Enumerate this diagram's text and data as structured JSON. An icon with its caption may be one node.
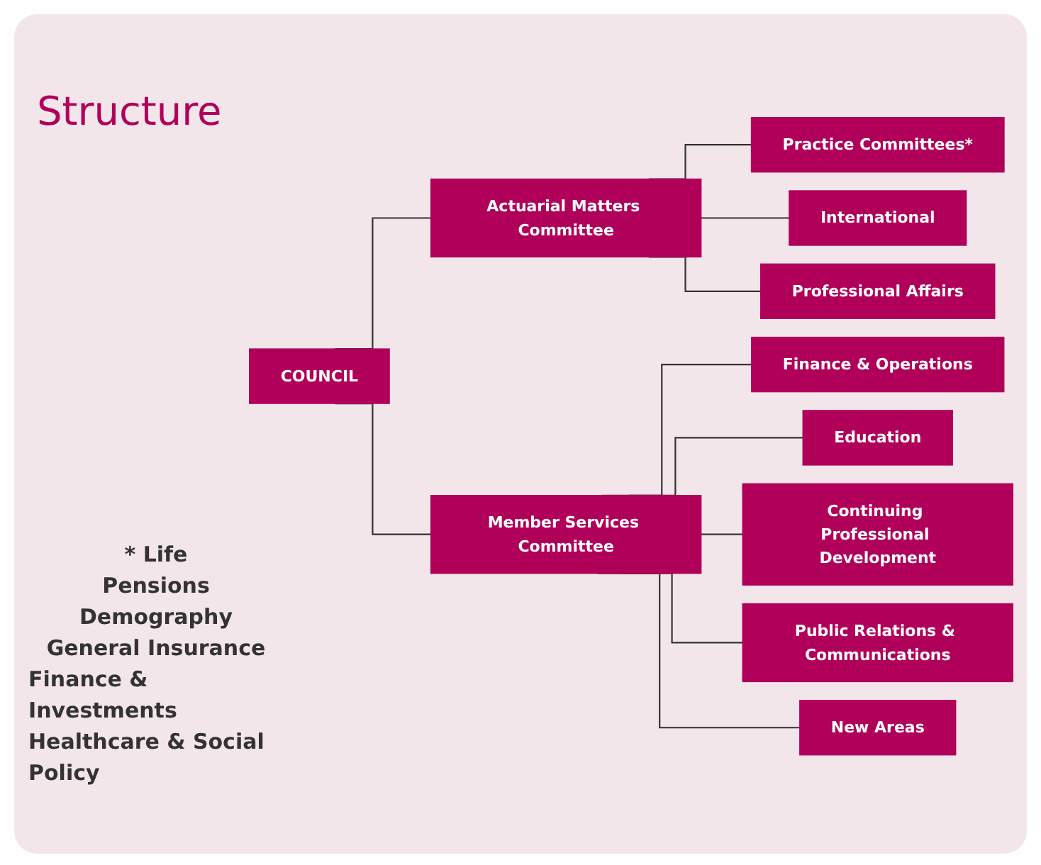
{
  "diagram": {
    "title": "Structure",
    "nodes": [
      {
        "text": [
          "COUNCIL"
        ]
      },
      {
        "text": [
          "Actuarial Matters Committee"
        ]
      },
      {
        "text": [
          "Member Services Committee"
        ]
      },
      {
        "text": [
          "Practice Committees*"
        ]
      },
      {
        "text": [
          "International"
        ]
      },
      {
        "text": [
          "Professional Affairs"
        ]
      },
      {
        "text": [
          "Finance & Operations"
        ]
      },
      {
        "text": [
          "Education"
        ]
      },
      {
        "text": [
          "Continuing Professional Development"
        ]
      },
      {
        "text": [
          "Public Relations & Communications"
        ]
      },
      {
        "text": [
          "New Areas"
        ]
      }
    ],
    "edges": [
      {
        "from": 0,
        "to": 1,
        "arrow": "none"
      },
      {
        "from": 0,
        "to": 2,
        "arrow": "none"
      },
      {
        "from": 1,
        "to": 3,
        "arrow": "none"
      },
      {
        "from": 1,
        "to": 4,
        "arrow": "none"
      },
      {
        "from": 1,
        "to": 5,
        "arrow": "none"
      },
      {
        "from": 2,
        "to": 6,
        "arrow": "none"
      },
      {
        "from": 2,
        "to": 7,
        "arrow": "none"
      },
      {
        "from": 2,
        "to": 8,
        "arrow": "none"
      },
      {
        "from": 2,
        "to": 9,
        "arrow": "none"
      },
      {
        "from": 2,
        "to": 10,
        "arrow": "none"
      }
    ],
    "labels": [
      "* Life",
      "Pensions",
      "Demography",
      "General Insurance",
      "Finance & Investments",
      "Healthcare & Social Policy"
    ]
  }
}
